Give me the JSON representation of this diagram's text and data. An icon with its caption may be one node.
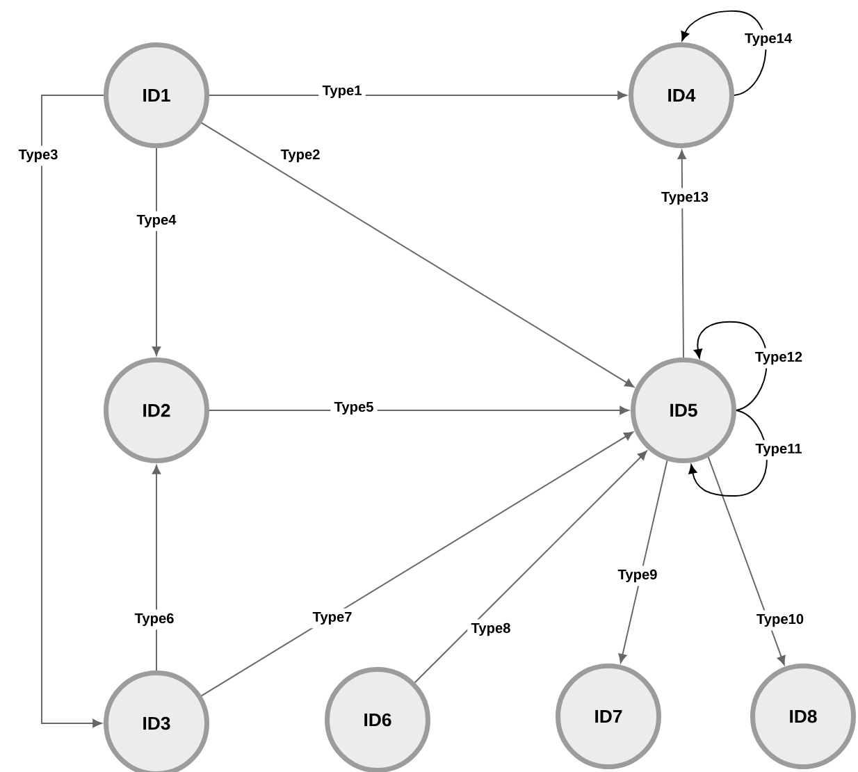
{
  "diagram": {
    "nodes": [
      {
        "text": [
          "ID1"
        ]
      },
      {
        "text": [
          "ID2"
        ]
      },
      {
        "text": [
          "ID3"
        ]
      },
      {
        "text": [
          "ID4"
        ]
      },
      {
        "text": [
          "ID5"
        ]
      },
      {
        "text": [
          "ID6"
        ]
      },
      {
        "text": [
          "ID7"
        ]
      },
      {
        "text": [
          "ID8"
        ]
      }
    ],
    "edges": [
      {
        "from": 0,
        "to": 3,
        "arrow": "to",
        "label": "Type1"
      },
      {
        "from": 0,
        "to": 4,
        "arrow": "to",
        "label": "Type2"
      },
      {
        "from": 0,
        "to": 2,
        "arrow": "to",
        "label": "Type3"
      },
      {
        "from": 0,
        "to": 1,
        "arrow": "to",
        "label": "Type4"
      },
      {
        "from": 1,
        "to": 4,
        "arrow": "to",
        "label": "Type5"
      },
      {
        "from": 2,
        "to": 1,
        "arrow": "to",
        "label": "Type6"
      },
      {
        "from": 2,
        "to": 4,
        "arrow": "to",
        "label": "Type7"
      },
      {
        "from": 5,
        "to": 4,
        "arrow": "to",
        "label": "Type8"
      },
      {
        "from": 4,
        "to": 6,
        "arrow": "to",
        "label": "Type9"
      },
      {
        "from": 4,
        "to": 7,
        "arrow": "to",
        "label": "Type10"
      },
      {
        "from": 4,
        "to": 4,
        "arrow": "to",
        "label": "Type11",
        "color": "#000000"
      },
      {
        "from": 4,
        "to": 4,
        "arrow": "to",
        "label": "Type12",
        "color": "#000000"
      },
      {
        "from": 4,
        "to": 3,
        "arrow": "to",
        "label": "Type13"
      },
      {
        "from": 3,
        "to": 3,
        "arrow": "to",
        "label": "Type14",
        "color": "#000000"
      }
    ]
  }
}
